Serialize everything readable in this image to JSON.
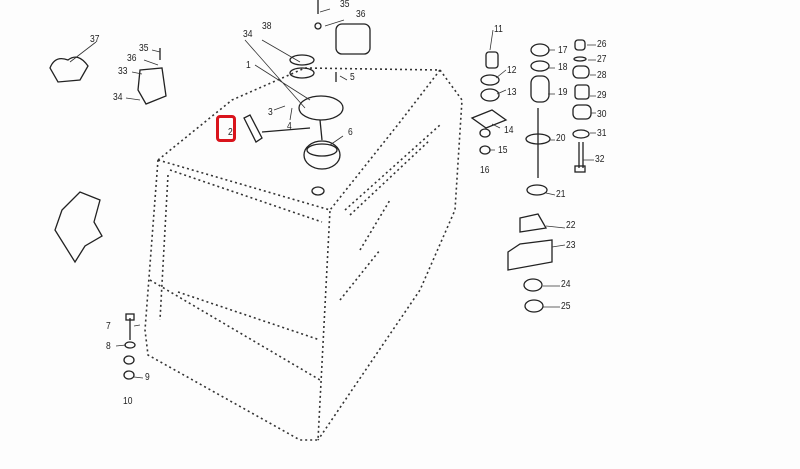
{
  "diagram": {
    "highlight_color": "#d9141c",
    "highlighted_part": "2",
    "labels": [
      "1",
      "2",
      "3",
      "4",
      "5",
      "6",
      "7",
      "8",
      "9",
      "10",
      "11",
      "12",
      "13",
      "14",
      "15",
      "16",
      "17",
      "18",
      "19",
      "20",
      "21",
      "22",
      "23",
      "24",
      "25",
      "26",
      "27",
      "28",
      "29",
      "30",
      "31",
      "32",
      "33",
      "34",
      "34",
      "35",
      "35",
      "36",
      "36",
      "37",
      "38"
    ]
  }
}
